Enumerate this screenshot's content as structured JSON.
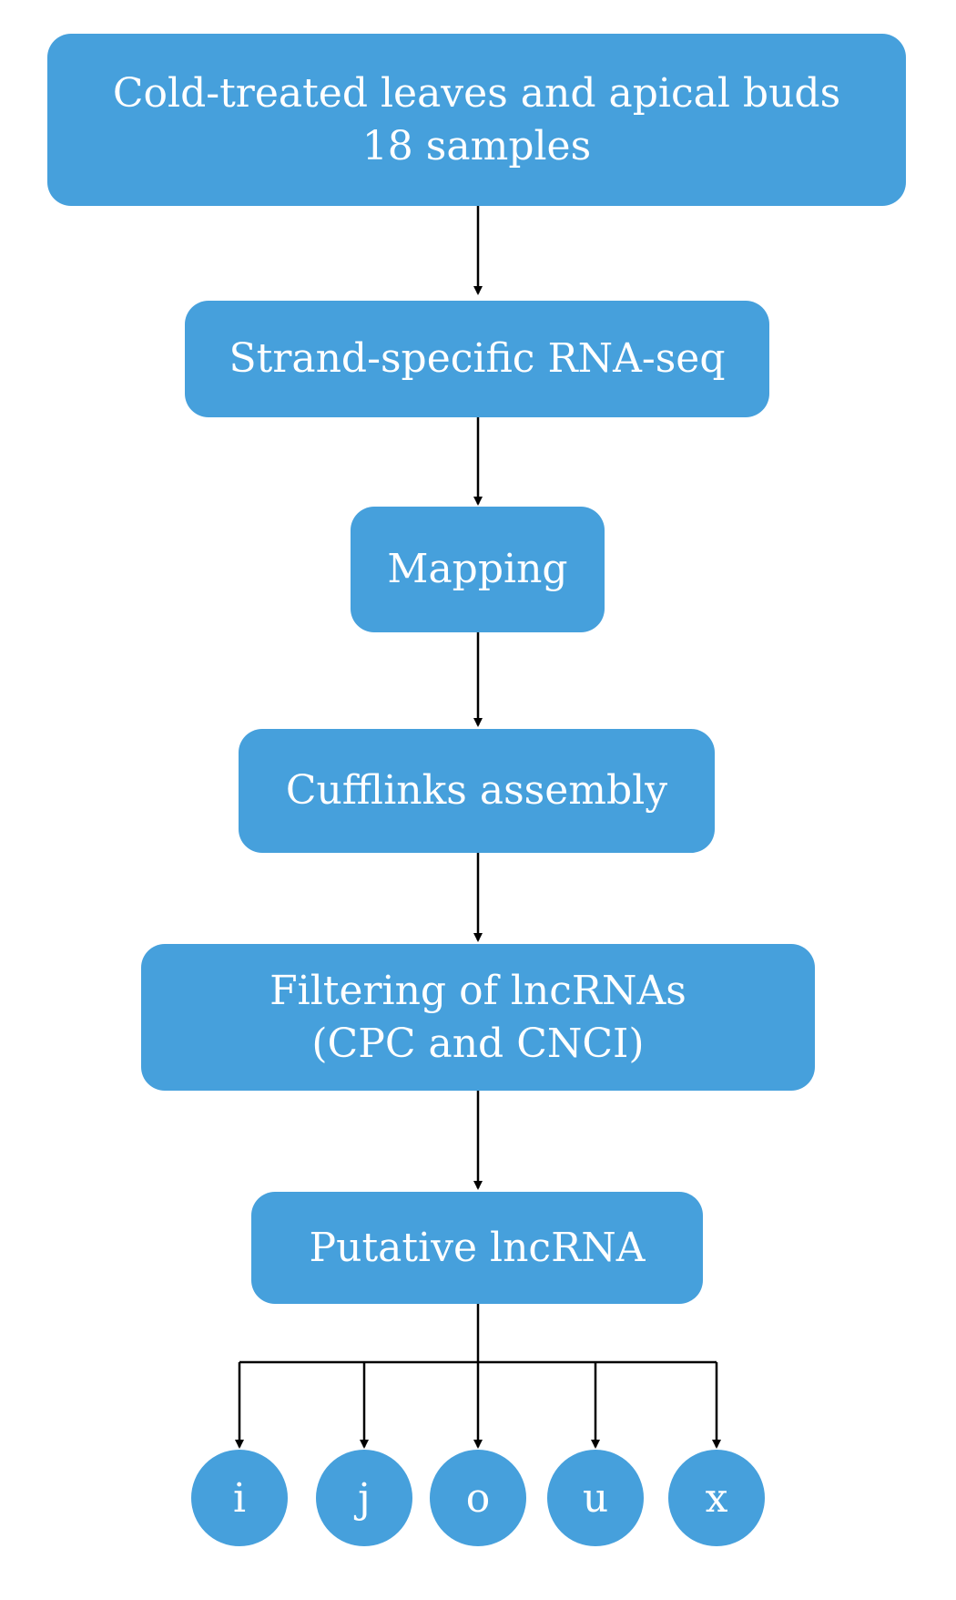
{
  "colors": {
    "node_fill": "#46a0dc",
    "node_text": "#ffffff",
    "connector": "#000000"
  },
  "steps": [
    {
      "line1": "Cold-treated leaves and apical buds",
      "line2": "18 samples"
    },
    {
      "line1": "Strand-specific RNA-seq"
    },
    {
      "line1": "Mapping"
    },
    {
      "line1": "Cufflinks assembly"
    },
    {
      "line1": "Filtering of lncRNAs",
      "line2": "(CPC and CNCI)"
    },
    {
      "line1": "Putative lncRNA"
    }
  ],
  "classes": [
    "i",
    "j",
    "o",
    "u",
    "x"
  ]
}
